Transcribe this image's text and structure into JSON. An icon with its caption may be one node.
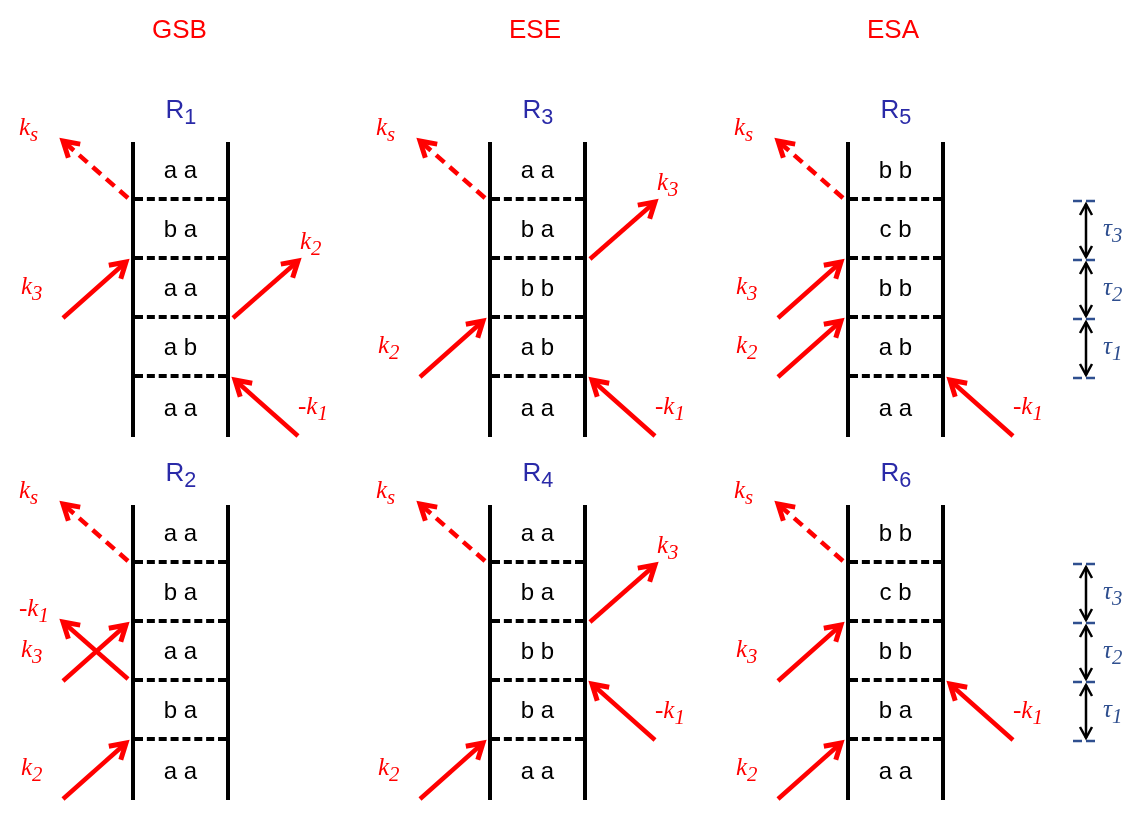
{
  "diagram": {
    "nodes": [
      {
        "text": [
          "R$_{1}$"
        ]
      },
      {
        "text": [
          "a a"
        ],
        "in": 0
      },
      {
        "text": [
          "b a"
        ],
        "in": 0
      },
      {
        "text": [
          "a a"
        ],
        "in": 0
      },
      {
        "text": [
          "a b"
        ],
        "in": 0
      },
      {
        "text": [
          "a a"
        ],
        "in": 0
      },
      {
        "text": [
          "R$_{3}$"
        ]
      },
      {
        "text": [
          "a a"
        ],
        "in": 6
      },
      {
        "text": [
          "b a"
        ],
        "in": 6
      },
      {
        "text": [
          "b b"
        ],
        "in": 6
      },
      {
        "text": [
          "a b"
        ],
        "in": 6
      },
      {
        "text": [
          "a a"
        ],
        "in": 6
      },
      {
        "text": [
          "R$_{5}$"
        ]
      },
      {
        "text": [
          "b b"
        ],
        "in": 12
      },
      {
        "text": [
          "c b"
        ],
        "in": 12
      },
      {
        "text": [
          "b b"
        ],
        "in": 12
      },
      {
        "text": [
          "a b"
        ],
        "in": 12
      },
      {
        "text": [
          "a a"
        ],
        "in": 12
      },
      {
        "text": [
          "R$_{2}$"
        ]
      },
      {
        "text": [
          "a a"
        ],
        "in": 18
      },
      {
        "text": [
          "b a"
        ],
        "in": 18
      },
      {
        "text": [
          "a a"
        ],
        "in": 18
      },
      {
        "text": [
          "b a"
        ],
        "in": 18
      },
      {
        "text": [
          "a a"
        ],
        "in": 18
      },
      {
        "text": [
          "R$_{4}$"
        ]
      },
      {
        "text": [
          "a a"
        ],
        "in": 24
      },
      {
        "text": [
          "b a"
        ],
        "in": 24
      },
      {
        "text": [
          "b b"
        ],
        "in": 24
      },
      {
        "text": [
          "b a"
        ],
        "in": 24
      },
      {
        "text": [
          "a a"
        ],
        "in": 24
      },
      {
        "text": [
          "R$_{6}$"
        ]
      },
      {
        "text": [
          "b b"
        ],
        "in": 30
      },
      {
        "text": [
          "c b"
        ],
        "in": 30
      },
      {
        "text": [
          "b b"
        ],
        "in": 30
      },
      {
        "text": [
          "b a"
        ],
        "in": 30
      },
      {
        "text": [
          "a a"
        ],
        "in": 30
      }
    ],
    "edges": [
      {
        "from": 0,
        "to": null,
        "arrow": "to",
        "label": "k$_{s}$",
        "style": "dashed"
      },
      {
        "from": null,
        "to": 0,
        "arrow": "to",
        "label": "k$_{3}$"
      },
      {
        "from": 0,
        "to": null,
        "arrow": "to",
        "label": "k$_{2}$"
      },
      {
        "from": null,
        "to": 0,
        "arrow": "to",
        "label": "-k$_{1}$"
      },
      {
        "from": 6,
        "to": null,
        "arrow": "to",
        "label": "k$_{s}$",
        "style": "dashed"
      },
      {
        "from": 6,
        "to": null,
        "arrow": "to",
        "label": "k$_{3}$"
      },
      {
        "from": null,
        "to": 6,
        "arrow": "to",
        "label": "k$_{2}$"
      },
      {
        "from": null,
        "to": 6,
        "arrow": "to",
        "label": "-k$_{1}$"
      },
      {
        "from": 12,
        "to": null,
        "arrow": "to",
        "label": "k$_{s}$",
        "style": "dashed"
      },
      {
        "from": null,
        "to": 12,
        "arrow": "to",
        "label": "k$_{3}$"
      },
      {
        "from": null,
        "to": 12,
        "arrow": "to",
        "label": "k$_{2}$"
      },
      {
        "from": null,
        "to": 12,
        "arrow": "to",
        "label": "-k$_{1}$"
      },
      {
        "from": 18,
        "to": null,
        "arrow": "to",
        "label": "k$_{s}$",
        "style": "dashed"
      },
      {
        "from": null,
        "to": 18,
        "arrow": "to",
        "label": "k$_{3}$"
      },
      {
        "from": 18,
        "to": null,
        "arrow": "to",
        "label": "-k$_{1}$"
      },
      {
        "from": null,
        "to": 18,
        "arrow": "to",
        "label": "k$_{2}$"
      },
      {
        "from": 24,
        "to": null,
        "arrow": "to",
        "label": "k$_{s}$",
        "style": "dashed"
      },
      {
        "from": 24,
        "to": null,
        "arrow": "to",
        "label": "k$_{3}$"
      },
      {
        "from": null,
        "to": 24,
        "arrow": "to",
        "label": "-k$_{1}$"
      },
      {
        "from": null,
        "to": 24,
        "arrow": "to",
        "label": "k$_{2}$"
      },
      {
        "from": 30,
        "to": null,
        "arrow": "to",
        "label": "k$_{s}$",
        "style": "dashed"
      },
      {
        "from": null,
        "to": 30,
        "arrow": "to",
        "label": "k$_{3}$"
      },
      {
        "from": null,
        "to": 30,
        "arrow": "to",
        "label": "-k$_{1}$"
      },
      {
        "from": null,
        "to": 30,
        "arrow": "to",
        "label": "k$_{2}$"
      }
    ],
    "labels": [
      "GSB",
      "ESE",
      "ESA",
      "τ$_{3}$",
      "τ$_{2}$",
      "τ$_{1}$",
      "τ$_{3}$",
      "τ$_{2}$",
      "τ$_{1}$"
    ]
  }
}
